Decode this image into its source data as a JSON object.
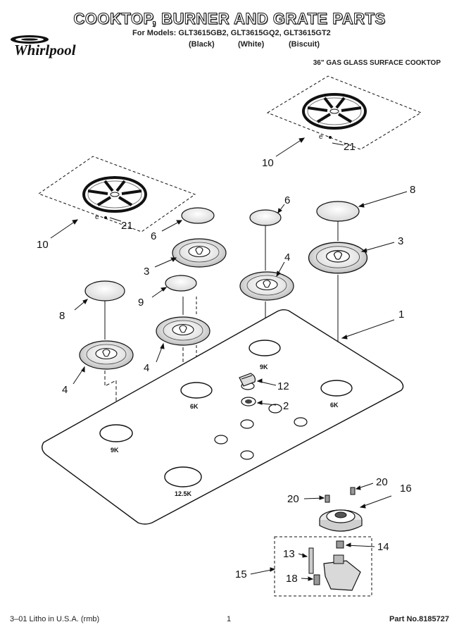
{
  "header": {
    "title": "COOKTOP, BURNER AND GRATE PARTS",
    "models": "For Models: GLT3615GB2, GLT3615GQ2, GLT3615GT2",
    "colors": [
      "(Black)",
      "(White)",
      "(Biscuit)"
    ],
    "brand": "Whirlpool",
    "subtitle": "36\" GAS GLASS SURFACE COOKTOP"
  },
  "callouts": {
    "grate_right": "10",
    "grate_right_screw": "21",
    "grate_left": "10",
    "grate_left_screw": "21",
    "cap_left_top": "6",
    "cap_center_top": "6",
    "cap_right_top": "8",
    "head_left_top": "3",
    "head_center": "4",
    "head_right": "3",
    "cap_left_lower": "8",
    "cap_mid_lower": "9",
    "head_mid_lower": "4",
    "head_left_lower": "4",
    "cooktop": "1",
    "knob": "12",
    "bezel": "2",
    "screw_left": "20",
    "screw_right": "20",
    "burner_base": "16",
    "orifice_group": "15",
    "electrode": "13",
    "screw_14": "14",
    "screw_18": "18",
    "screw_e_right": "e",
    "screw_e_left": "e"
  },
  "hole_labels": {
    "center_back": "9K",
    "right": "6K",
    "left_mid": "6K",
    "left_front": "9K",
    "front_center": "12.5K"
  },
  "footer": {
    "litho": "3–01 Litho in U.S.A. (rmb)",
    "page": "1",
    "part_no": "Part No.8185727"
  }
}
